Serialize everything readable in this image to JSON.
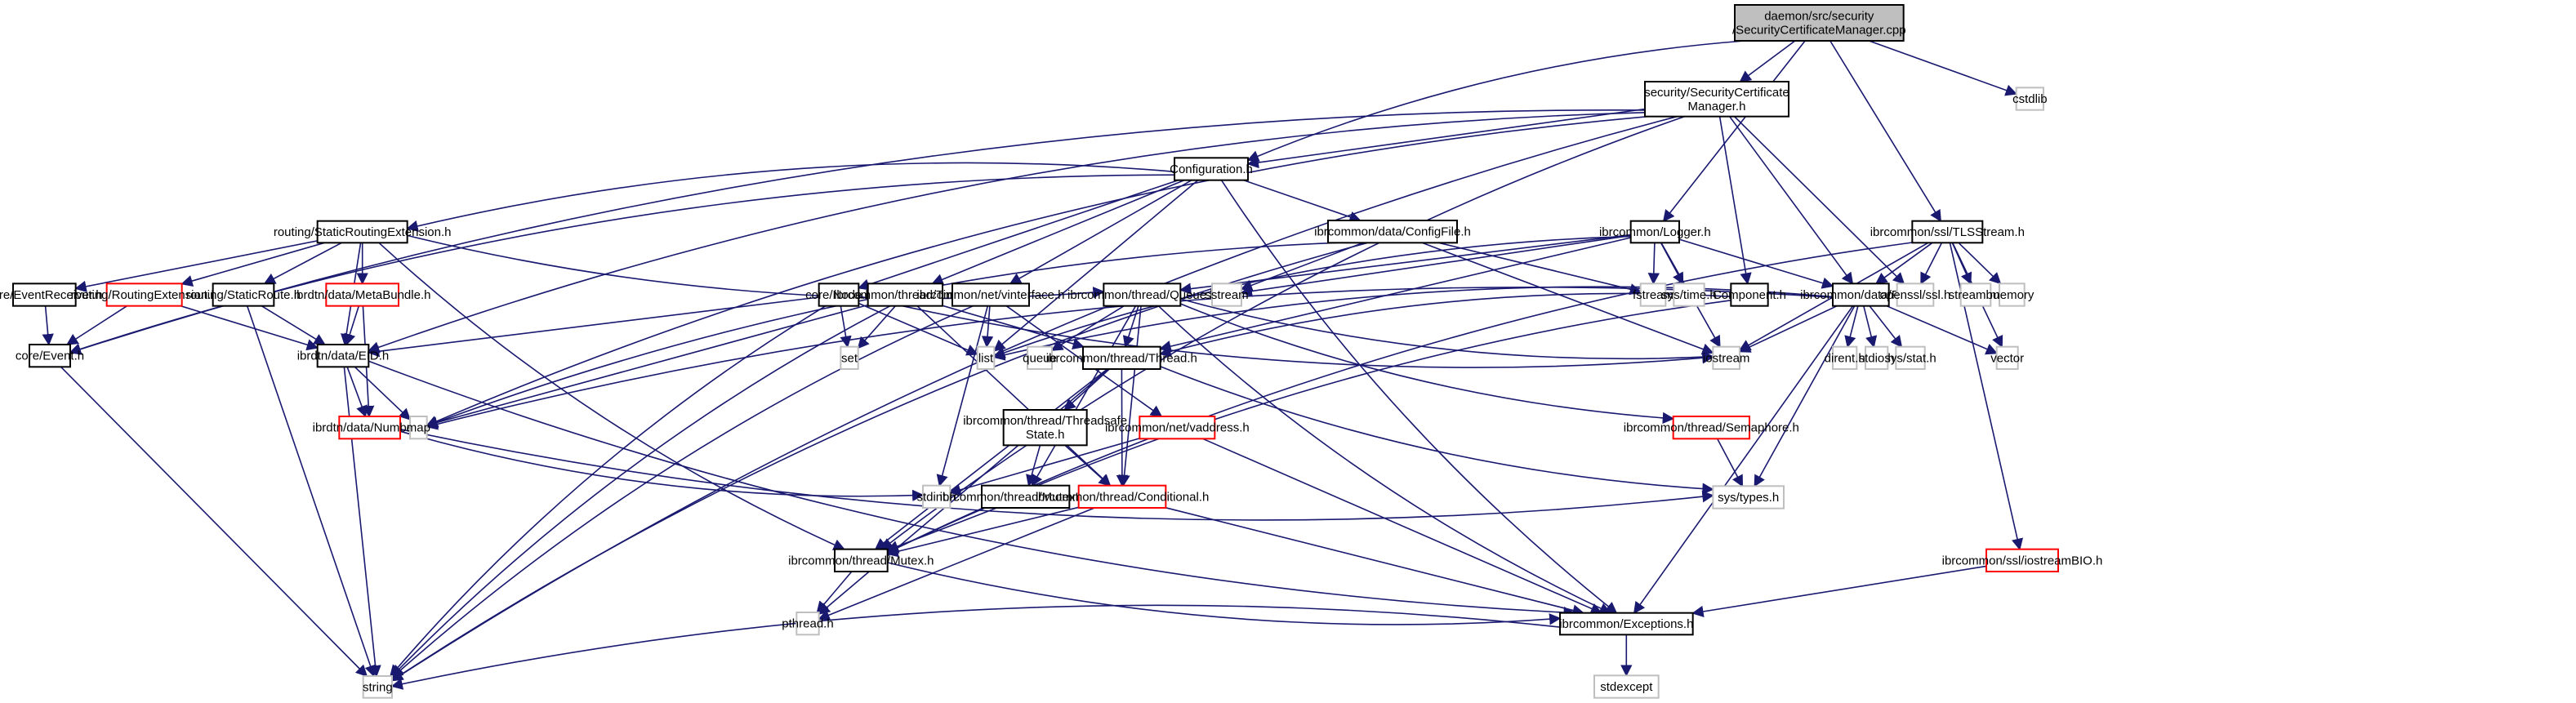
{
  "title": "Include dependency graph for SecurityCertificateManager.cpp",
  "colors": {
    "edge": "#191970",
    "root_fill": "#bfbfbf",
    "root_border": "#000000",
    "documented_border": "#000000",
    "undocumented_border": "#ff0000",
    "external_border": "#bfbfbf",
    "node_fill": "#ffffff"
  },
  "nodes": [
    {
      "id": "root",
      "label": [
        "daemon/src/security",
        "/SecurityCertificateManager.cpp"
      ],
      "kind": "root"
    },
    {
      "id": "scm_h",
      "label": [
        "security/SecurityCertificate",
        "Manager.h"
      ],
      "kind": "documented"
    },
    {
      "id": "cstdlib",
      "label": [
        "cstdlib"
      ],
      "kind": "external"
    },
    {
      "id": "configuration",
      "label": [
        "Configuration.h"
      ],
      "kind": "documented"
    },
    {
      "id": "logger",
      "label": [
        "ibrcommon/Logger.h"
      ],
      "kind": "documented"
    },
    {
      "id": "tlsstream",
      "label": [
        "ibrcommon/ssl/TLSStream.h"
      ],
      "kind": "documented"
    },
    {
      "id": "static_routing_ext",
      "label": [
        "routing/StaticRoutingExtension.h"
      ],
      "kind": "documented"
    },
    {
      "id": "configfile",
      "label": [
        "ibrcommon/data/ConfigFile.h"
      ],
      "kind": "documented"
    },
    {
      "id": "component",
      "label": [
        "Component.h"
      ],
      "kind": "documented"
    },
    {
      "id": "file_h",
      "label": [
        "ibrcommon/data/File.h"
      ],
      "kind": "documented"
    },
    {
      "id": "openssl",
      "label": [
        "openssl/ssl.h"
      ],
      "kind": "external"
    },
    {
      "id": "streambuf",
      "label": [
        "streambuf"
      ],
      "kind": "external"
    },
    {
      "id": "memory",
      "label": [
        "memory"
      ],
      "kind": "external"
    },
    {
      "id": "event_receiver",
      "label": [
        "core/EventReceiver.h"
      ],
      "kind": "documented"
    },
    {
      "id": "routing_ext",
      "label": [
        "routing/RoutingExtension.h"
      ],
      "kind": "undocumented"
    },
    {
      "id": "static_route",
      "label": [
        "routing/StaticRoute.h"
      ],
      "kind": "documented"
    },
    {
      "id": "metabundle",
      "label": [
        "ibrdtn/data/MetaBundle.h"
      ],
      "kind": "undocumented"
    },
    {
      "id": "node_h",
      "label": [
        "core/Node.h"
      ],
      "kind": "documented"
    },
    {
      "id": "timer",
      "label": [
        "ibrcommon/thread/Timer.h"
      ],
      "kind": "documented"
    },
    {
      "id": "vinterface",
      "label": [
        "ibrcommon/net/vinterface.h"
      ],
      "kind": "documented"
    },
    {
      "id": "queue_h",
      "label": [
        "ibrcommon/thread/Queue.h"
      ],
      "kind": "documented"
    },
    {
      "id": "sstream",
      "label": [
        "sstream"
      ],
      "kind": "external"
    },
    {
      "id": "fstream",
      "label": [
        "fstream"
      ],
      "kind": "external"
    },
    {
      "id": "systime",
      "label": [
        "sys/time.h"
      ],
      "kind": "external"
    },
    {
      "id": "event_h",
      "label": [
        "core/Event.h"
      ],
      "kind": "documented"
    },
    {
      "id": "eid",
      "label": [
        "ibrdtn/data/EID.h"
      ],
      "kind": "documented"
    },
    {
      "id": "set",
      "label": [
        "set"
      ],
      "kind": "external"
    },
    {
      "id": "list",
      "label": [
        "list"
      ],
      "kind": "external"
    },
    {
      "id": "queue",
      "label": [
        "queue"
      ],
      "kind": "external"
    },
    {
      "id": "thread_h",
      "label": [
        "ibrcommon/thread/Thread.h"
      ],
      "kind": "documented"
    },
    {
      "id": "iostream",
      "label": [
        "iostream"
      ],
      "kind": "external"
    },
    {
      "id": "dirent",
      "label": [
        "dirent.h"
      ],
      "kind": "external"
    },
    {
      "id": "stdio",
      "label": [
        "stdio.h"
      ],
      "kind": "external"
    },
    {
      "id": "sysstat",
      "label": [
        "sys/stat.h"
      ],
      "kind": "external"
    },
    {
      "id": "vector",
      "label": [
        "vector"
      ],
      "kind": "external"
    },
    {
      "id": "number",
      "label": [
        "ibrdtn/data/Number.h"
      ],
      "kind": "undocumented"
    },
    {
      "id": "map",
      "label": [
        "map"
      ],
      "kind": "external"
    },
    {
      "id": "threadsafe",
      "label": [
        "ibrcommon/thread/Threadsafe",
        "State.h"
      ],
      "kind": "documented"
    },
    {
      "id": "vaddress",
      "label": [
        "ibrcommon/net/vaddress.h"
      ],
      "kind": "undocumented"
    },
    {
      "id": "semaphore",
      "label": [
        "ibrcommon/thread/Semaphore.h"
      ],
      "kind": "undocumented"
    },
    {
      "id": "systypes",
      "label": [
        "sys/types.h"
      ],
      "kind": "external"
    },
    {
      "id": "stdint",
      "label": [
        "stdint.h"
      ],
      "kind": "external"
    },
    {
      "id": "mutexlock",
      "label": [
        "ibrcommon/thread/MutexLock.h"
      ],
      "kind": "documented"
    },
    {
      "id": "conditional",
      "label": [
        "ibrcommon/thread/Conditional.h"
      ],
      "kind": "undocumented"
    },
    {
      "id": "mutex",
      "label": [
        "ibrcommon/thread/Mutex.h"
      ],
      "kind": "documented"
    },
    {
      "id": "iostreambio",
      "label": [
        "ibrcommon/ssl/iostreamBIO.h"
      ],
      "kind": "undocumented"
    },
    {
      "id": "pthread",
      "label": [
        "pthread.h"
      ],
      "kind": "external"
    },
    {
      "id": "exceptions",
      "label": [
        "ibrcommon/Exceptions.h"
      ],
      "kind": "documented"
    },
    {
      "id": "string",
      "label": [
        "string"
      ],
      "kind": "external"
    },
    {
      "id": "stdexcept",
      "label": [
        "stdexcept"
      ],
      "kind": "external"
    }
  ],
  "edges": [
    [
      "root",
      "scm_h"
    ],
    [
      "root",
      "cstdlib"
    ],
    [
      "root",
      "configuration"
    ],
    [
      "root",
      "logger"
    ],
    [
      "root",
      "tlsstream"
    ],
    [
      "scm_h",
      "configuration"
    ],
    [
      "scm_h",
      "component"
    ],
    [
      "scm_h",
      "file_h"
    ],
    [
      "scm_h",
      "openssl"
    ],
    [
      "scm_h",
      "mutex"
    ],
    [
      "scm_h",
      "event_h"
    ],
    [
      "scm_h",
      "eid"
    ],
    [
      "scm_h",
      "string"
    ],
    [
      "scm_h",
      "map"
    ],
    [
      "configuration",
      "static_routing_ext"
    ],
    [
      "configuration",
      "configfile"
    ],
    [
      "configuration",
      "node_h"
    ],
    [
      "configuration",
      "timer"
    ],
    [
      "configuration",
      "vinterface"
    ],
    [
      "configuration",
      "list"
    ],
    [
      "configuration",
      "exceptions"
    ],
    [
      "configuration",
      "event_h"
    ],
    [
      "static_routing_ext",
      "event_receiver"
    ],
    [
      "static_routing_ext",
      "routing_ext"
    ],
    [
      "static_routing_ext",
      "static_route"
    ],
    [
      "static_routing_ext",
      "metabundle"
    ],
    [
      "static_routing_ext",
      "queue_h"
    ],
    [
      "static_routing_ext",
      "mutex"
    ],
    [
      "static_routing_ext",
      "eid"
    ],
    [
      "configfile",
      "sstream"
    ],
    [
      "configfile",
      "iostream"
    ],
    [
      "configfile",
      "string"
    ],
    [
      "configfile",
      "map"
    ],
    [
      "configfile",
      "fstream"
    ],
    [
      "logger",
      "sstream"
    ],
    [
      "logger",
      "fstream"
    ],
    [
      "logger",
      "systime"
    ],
    [
      "logger",
      "iostream"
    ],
    [
      "logger",
      "queue_h"
    ],
    [
      "logger",
      "thread_h"
    ],
    [
      "logger",
      "list"
    ],
    [
      "logger",
      "file_h"
    ],
    [
      "tlsstream",
      "file_h"
    ],
    [
      "tlsstream",
      "openssl"
    ],
    [
      "tlsstream",
      "streambuf"
    ],
    [
      "tlsstream",
      "memory"
    ],
    [
      "tlsstream",
      "vector"
    ],
    [
      "tlsstream",
      "iostream"
    ],
    [
      "tlsstream",
      "mutex"
    ],
    [
      "tlsstream",
      "iostreambio"
    ],
    [
      "component",
      "thread_h"
    ],
    [
      "component",
      "mutex"
    ],
    [
      "file_h",
      "dirent"
    ],
    [
      "file_h",
      "stdio"
    ],
    [
      "file_h",
      "sysstat"
    ],
    [
      "file_h",
      "vector"
    ],
    [
      "file_h",
      "iostream"
    ],
    [
      "file_h",
      "list"
    ],
    [
      "file_h",
      "systypes"
    ],
    [
      "file_h",
      "exceptions"
    ],
    [
      "file_h",
      "map"
    ],
    [
      "event_receiver",
      "event_h"
    ],
    [
      "routing_ext",
      "event_h"
    ],
    [
      "routing_ext",
      "eid"
    ],
    [
      "static_route",
      "eid"
    ],
    [
      "static_route",
      "string"
    ],
    [
      "metabundle",
      "eid"
    ],
    [
      "metabundle",
      "number"
    ],
    [
      "node_h",
      "set"
    ],
    [
      "node_h",
      "list"
    ],
    [
      "node_h",
      "string"
    ],
    [
      "node_h",
      "eid"
    ],
    [
      "node_h",
      "iostream"
    ],
    [
      "timer",
      "set"
    ],
    [
      "timer",
      "map"
    ],
    [
      "timer",
      "string"
    ],
    [
      "timer",
      "thread_h"
    ],
    [
      "timer",
      "conditional"
    ],
    [
      "vinterface",
      "list"
    ],
    [
      "vinterface",
      "string"
    ],
    [
      "vinterface",
      "stdint"
    ],
    [
      "vinterface",
      "vaddress"
    ],
    [
      "queue_h",
      "queue"
    ],
    [
      "queue_h",
      "thread_h"
    ],
    [
      "queue_h",
      "mutexlock"
    ],
    [
      "queue_h",
      "conditional"
    ],
    [
      "queue_h",
      "semaphore"
    ],
    [
      "queue_h",
      "iostream"
    ],
    [
      "queue_h",
      "exceptions"
    ],
    [
      "event_h",
      "string"
    ],
    [
      "eid",
      "number"
    ],
    [
      "eid",
      "map"
    ],
    [
      "eid",
      "string"
    ],
    [
      "eid",
      "exceptions"
    ],
    [
      "number",
      "stdint"
    ],
    [
      "number",
      "systypes"
    ],
    [
      "thread_h",
      "threadsafe"
    ],
    [
      "thread_h",
      "conditional"
    ],
    [
      "thread_h",
      "mutex"
    ],
    [
      "thread_h",
      "pthread"
    ],
    [
      "thread_h",
      "systypes"
    ],
    [
      "threadsafe",
      "mutexlock"
    ],
    [
      "threadsafe",
      "conditional"
    ],
    [
      "vaddress",
      "stdint"
    ],
    [
      "vaddress",
      "exceptions"
    ],
    [
      "semaphore",
      "systypes"
    ],
    [
      "mutexlock",
      "mutex"
    ],
    [
      "conditional",
      "mutex"
    ],
    [
      "conditional",
      "pthread"
    ],
    [
      "conditional",
      "exceptions"
    ],
    [
      "mutex",
      "pthread"
    ],
    [
      "mutex",
      "exceptions"
    ],
    [
      "iostreambio",
      "exceptions"
    ],
    [
      "exceptions",
      "string"
    ],
    [
      "exceptions",
      "stdexcept"
    ]
  ]
}
